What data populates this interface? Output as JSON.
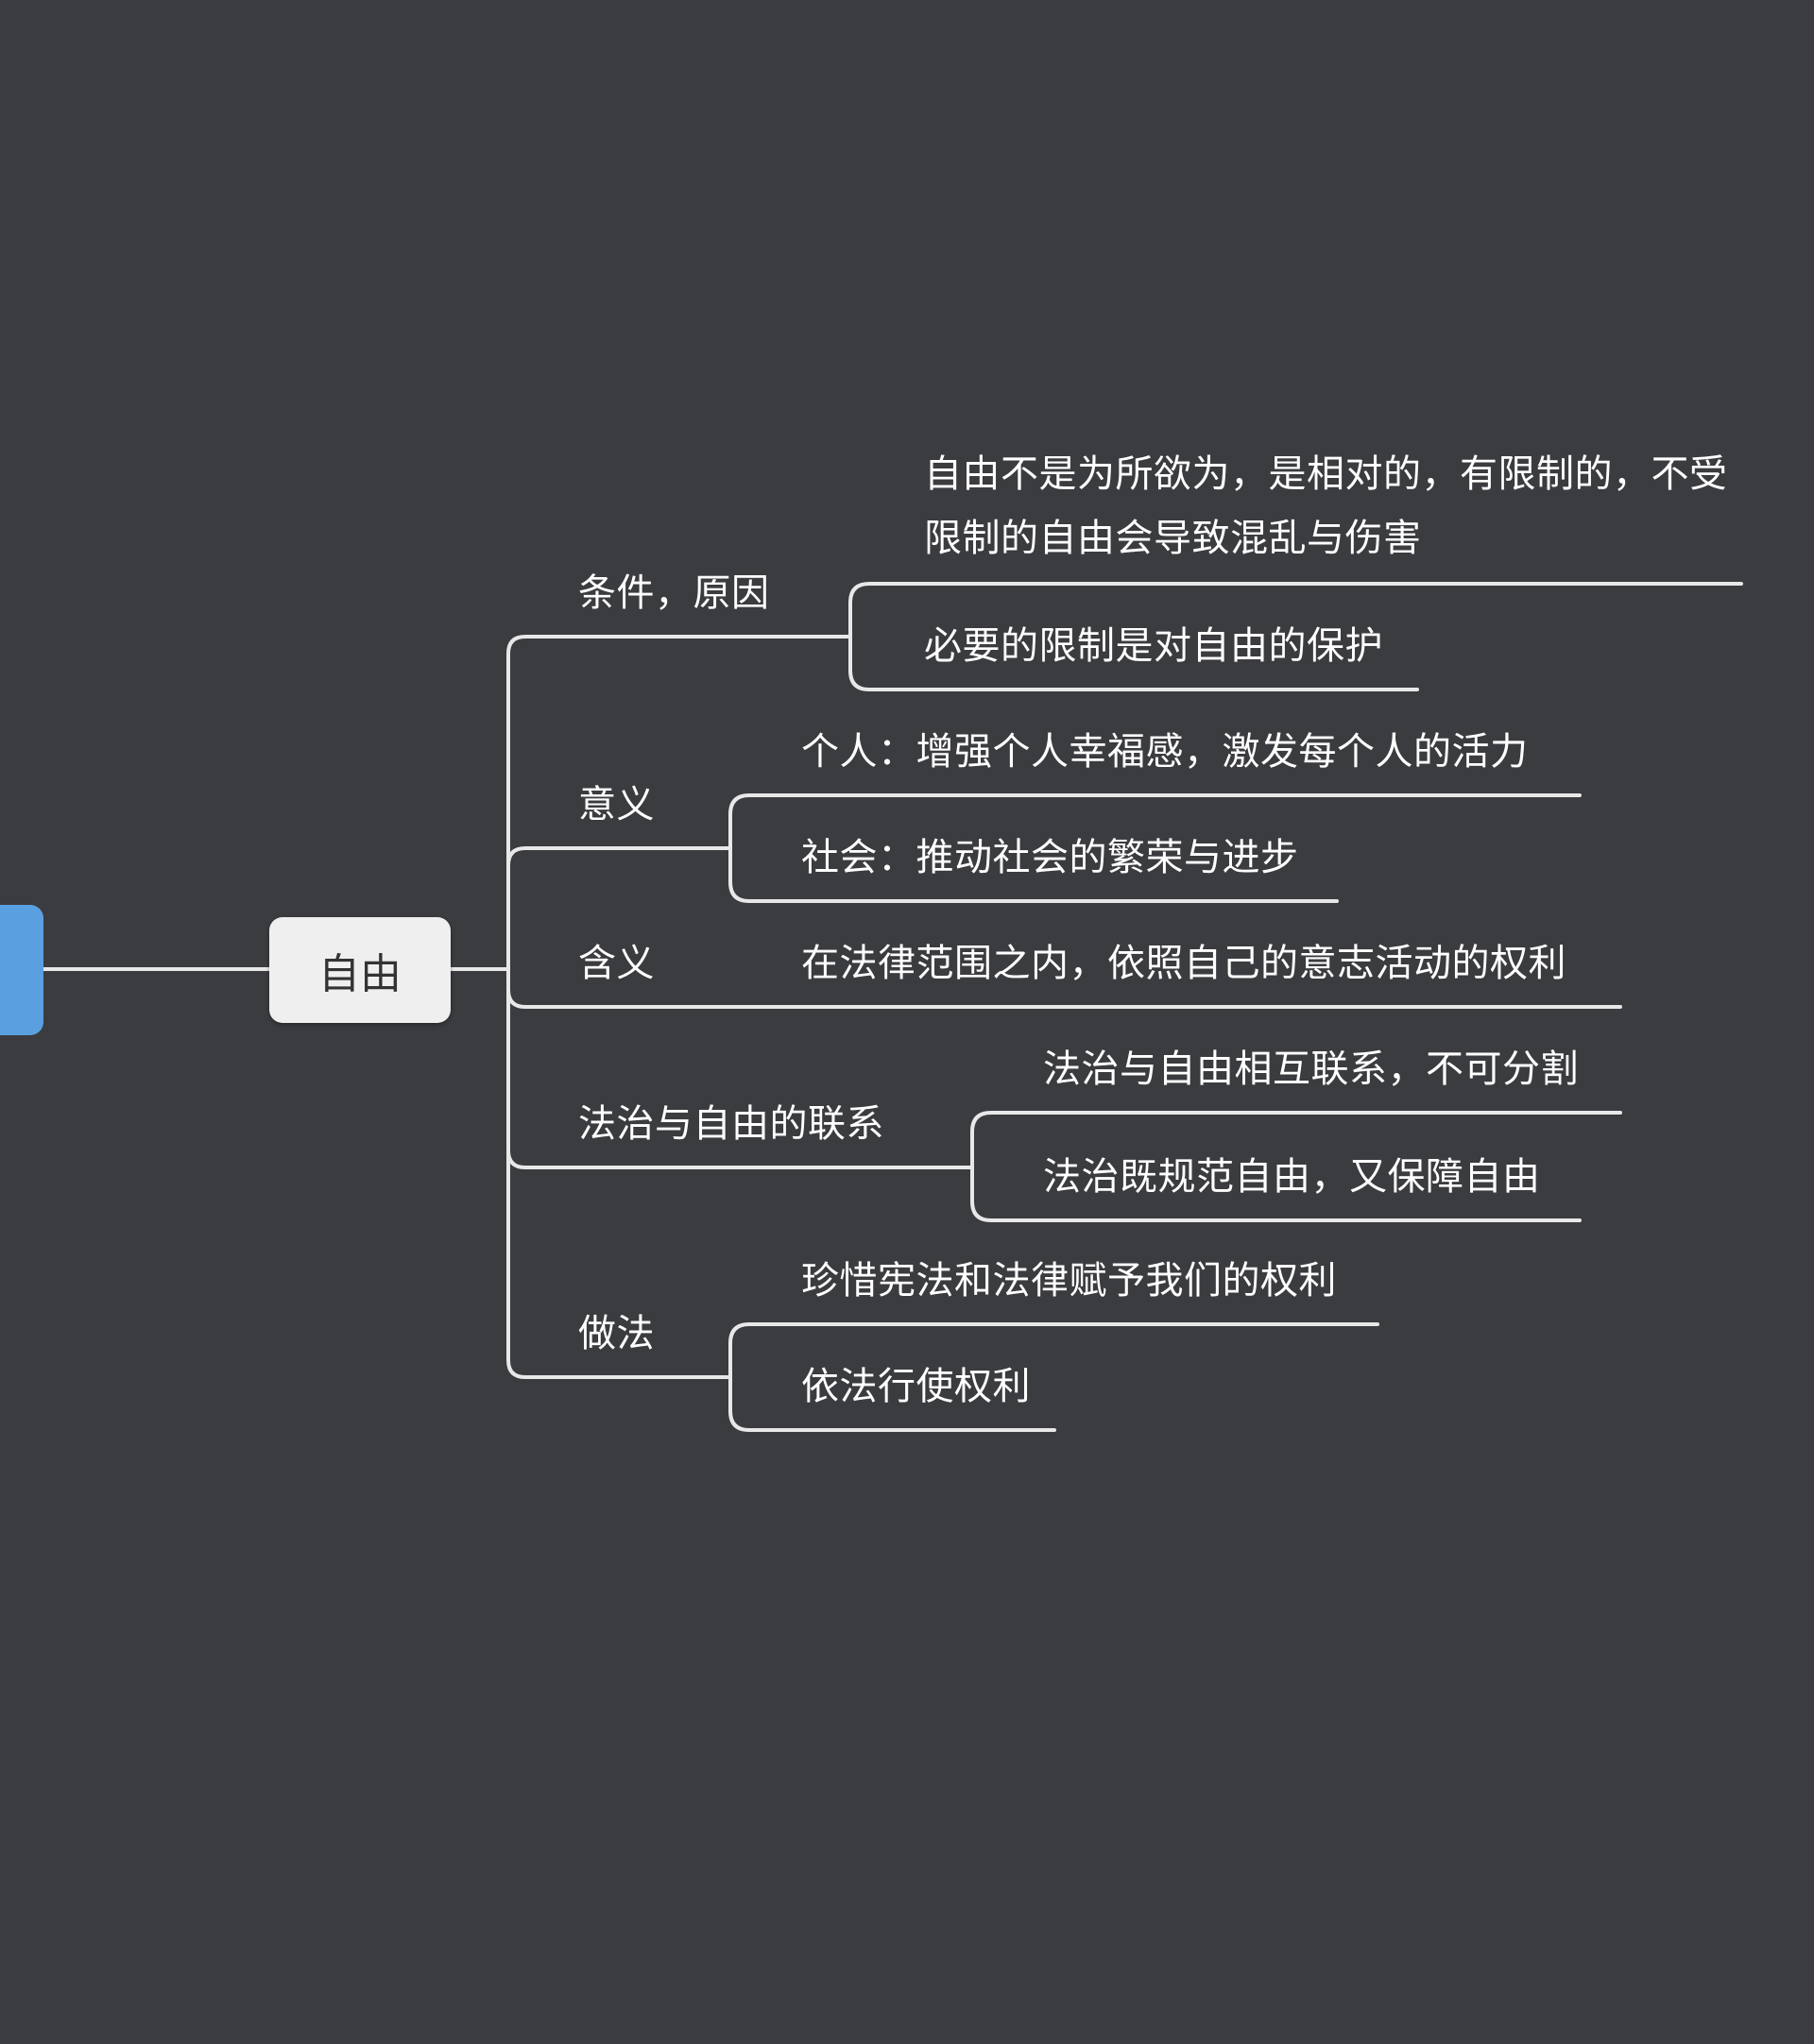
{
  "colors": {
    "background": "#3b3c40",
    "connector": "#e8e8e8",
    "root_node": "#5aa0e0",
    "center_node": "#efefef",
    "text": "#ffffff",
    "center_text": "#333333"
  },
  "center": {
    "label": "自由"
  },
  "branches": [
    {
      "label": "条件，原因",
      "children": [
        "自由不是为所欲为，是相对的，有限制的，不受限制的自由会导致混乱与伤害",
        "必要的限制是对自由的保护"
      ]
    },
    {
      "label": "意义",
      "children": [
        "个人：增强个人幸福感，激发每个人的活力",
        "社会：推动社会的繁荣与进步"
      ]
    },
    {
      "label": "含义",
      "children": [
        "在法律范围之内，依照自己的意志活动的权利"
      ]
    },
    {
      "label": "法治与自由的联系",
      "children": [
        "法治与自由相互联系，不可分割",
        "法治既规范自由，又保障自由"
      ]
    },
    {
      "label": "做法",
      "children": [
        "珍惜宪法和法律赋予我们的权利",
        "依法行使权利"
      ]
    }
  ]
}
